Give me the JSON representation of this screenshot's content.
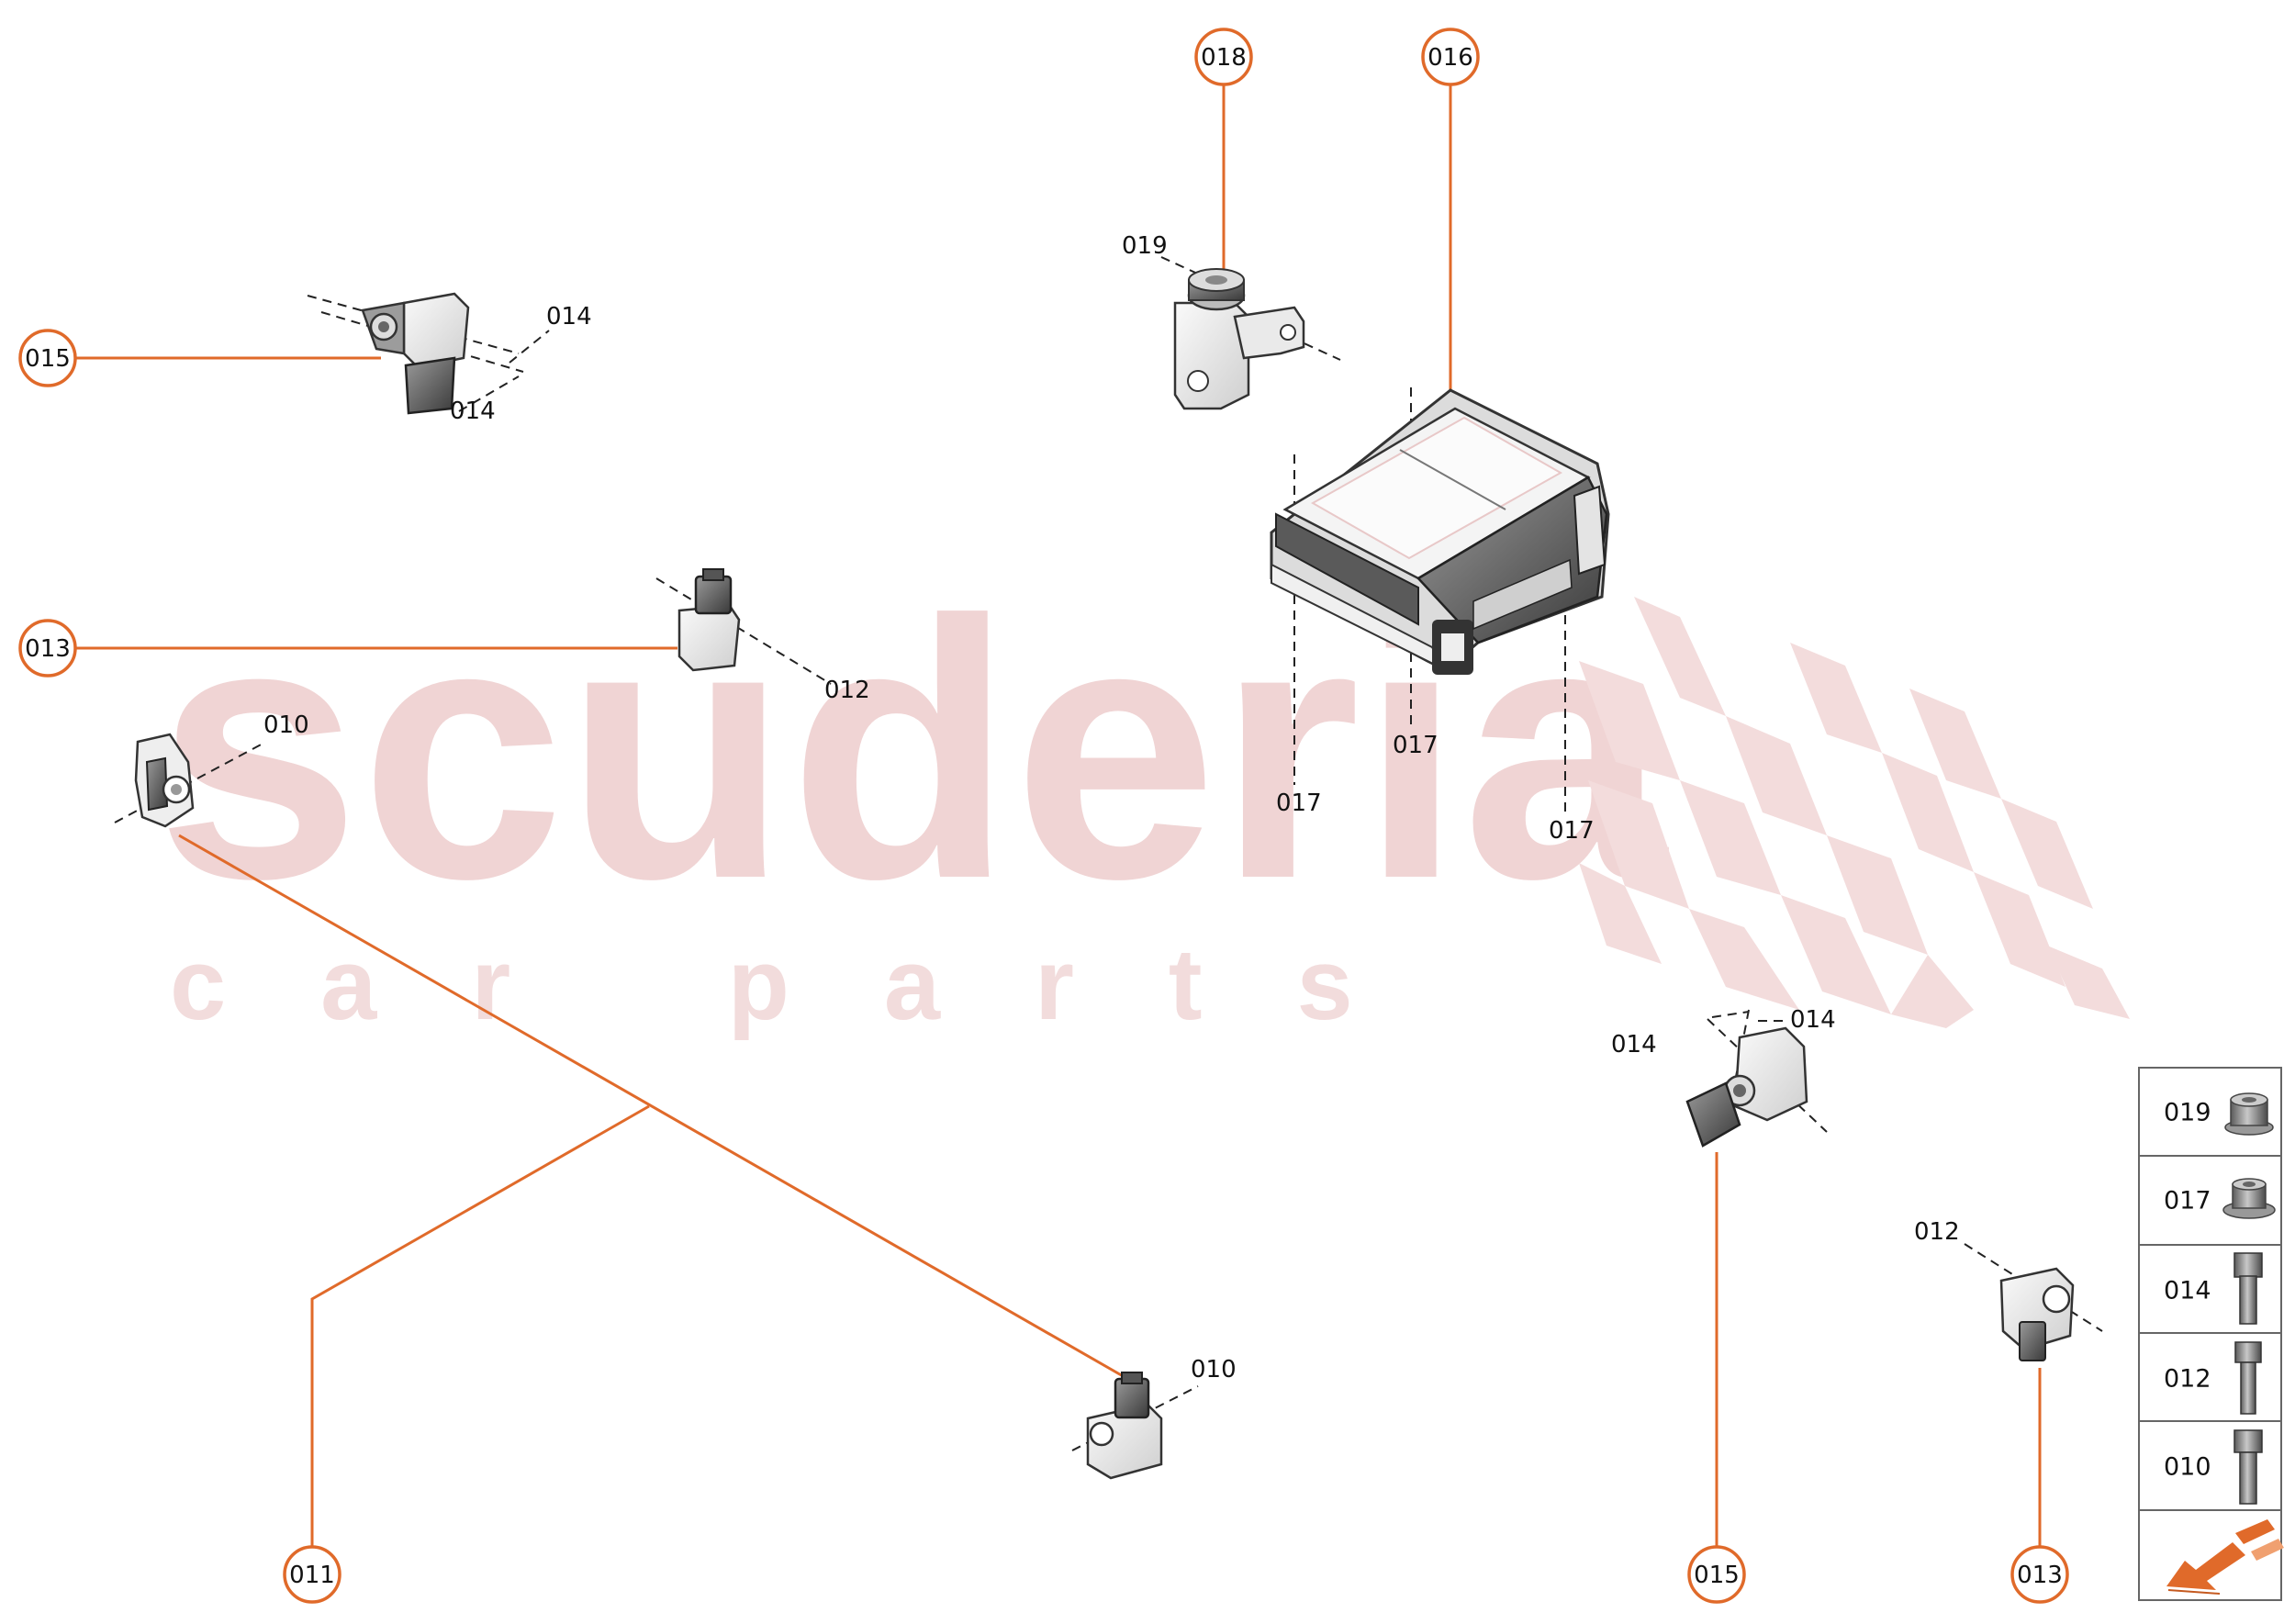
{
  "watermark": {
    "brand": "scuderia",
    "tagline": "car parts"
  },
  "colors": {
    "accent": "#e06a2a",
    "part_gray": "#8e8e8e",
    "watermark": "#f0d4d4"
  },
  "callouts": {
    "c018": "018",
    "c016": "016",
    "c015_left": "015",
    "c013_left": "013",
    "c011": "011",
    "c015_bottom": "015",
    "c013_bottom": "013"
  },
  "labels": {
    "l019": "019",
    "l014_a": "014",
    "l014_b": "014",
    "l012_a": "012",
    "l010_a": "010",
    "l017_a": "017",
    "l017_b": "017",
    "l017_c": "017",
    "l014_c": "014",
    "l014_d": "014",
    "l010_b": "010",
    "l012_b": "012"
  },
  "legend": {
    "rows": [
      "019",
      "017",
      "014",
      "012",
      "010"
    ],
    "icons": [
      "flange-nut-icon",
      "flange-nut-icon",
      "hex-bolt-icon",
      "hex-bolt-icon",
      "hex-bolt-icon"
    ],
    "footer_icon": "direction-arrow-icon"
  }
}
